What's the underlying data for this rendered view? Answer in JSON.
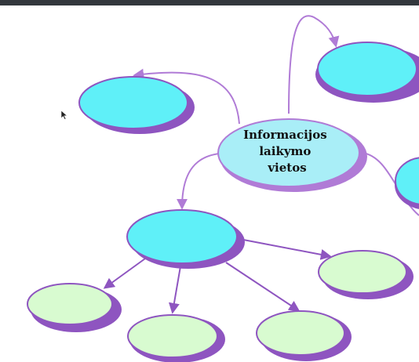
{
  "diagram": {
    "center": {
      "label_lines": [
        "Informacijos",
        "laikymo",
        "vietos"
      ]
    },
    "colors": {
      "center_fill": "#a9eef7",
      "cyan_fill": "#5ff0f8",
      "green_fill": "#d8fbd0",
      "ellipse_shadow": "#8e55c0",
      "connector": "#b07bd6",
      "arrow": "#8e55c0",
      "topbar": "#33373d"
    },
    "icons": [
      "mouse-cursor-icon"
    ]
  }
}
